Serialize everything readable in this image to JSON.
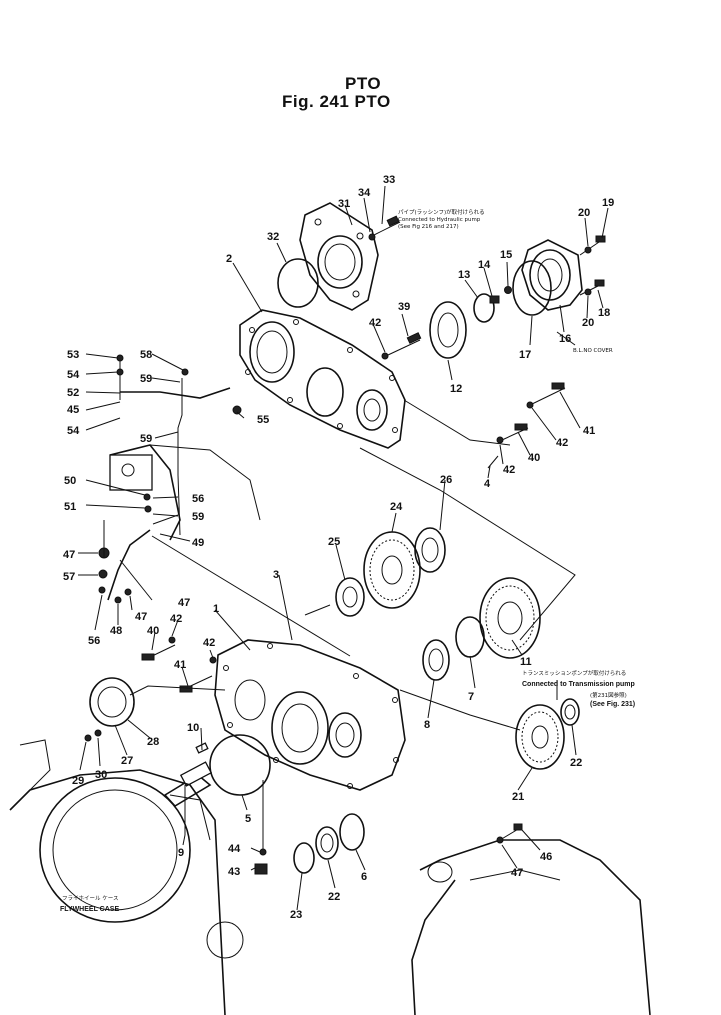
{
  "header": {
    "title_line1": "PTO",
    "title_line2": "Fig. 241  PTO"
  },
  "part_numbers": [
    {
      "label": "33"
    },
    {
      "label": "34"
    },
    {
      "label": "31"
    },
    {
      "label": "32"
    },
    {
      "label": "19"
    },
    {
      "label": "20"
    },
    {
      "label": "15"
    },
    {
      "label": "14"
    },
    {
      "label": "13"
    },
    {
      "label": "18"
    },
    {
      "label": "20"
    },
    {
      "label": "16"
    },
    {
      "label": "17"
    },
    {
      "label": "2"
    },
    {
      "label": "39"
    },
    {
      "label": "42"
    },
    {
      "label": "12"
    },
    {
      "label": "41"
    },
    {
      "label": "42"
    },
    {
      "label": "40"
    },
    {
      "label": "42"
    },
    {
      "label": "4"
    },
    {
      "label": "53"
    },
    {
      "label": "58"
    },
    {
      "label": "54"
    },
    {
      "label": "59"
    },
    {
      "label": "52"
    },
    {
      "label": "45"
    },
    {
      "label": "55"
    },
    {
      "label": "54"
    },
    {
      "label": "59"
    },
    {
      "label": "26"
    },
    {
      "label": "50"
    },
    {
      "label": "56"
    },
    {
      "label": "51"
    },
    {
      "label": "59"
    },
    {
      "label": "24"
    },
    {
      "label": "49"
    },
    {
      "label": "47"
    },
    {
      "label": "25"
    },
    {
      "label": "57"
    },
    {
      "label": "47"
    },
    {
      "label": "47"
    },
    {
      "label": "48"
    },
    {
      "label": "56"
    },
    {
      "label": "3"
    },
    {
      "label": "42"
    },
    {
      "label": "40"
    },
    {
      "label": "1"
    },
    {
      "label": "42"
    },
    {
      "label": "41"
    },
    {
      "label": "11"
    },
    {
      "label": "7"
    },
    {
      "label": "28"
    },
    {
      "label": "10"
    },
    {
      "label": "8"
    },
    {
      "label": "27"
    },
    {
      "label": "29"
    },
    {
      "label": "30"
    },
    {
      "label": "22"
    },
    {
      "label": "5"
    },
    {
      "label": "21"
    },
    {
      "label": "9"
    },
    {
      "label": "44"
    },
    {
      "label": "6"
    },
    {
      "label": "46"
    },
    {
      "label": "43"
    },
    {
      "label": "22"
    },
    {
      "label": "47"
    },
    {
      "label": "23"
    }
  ],
  "notes": {
    "hydraulic_jp": "パイプ(ラッシンフ)が取付けられる",
    "hydraulic_en": "Connected to Hydraulic pump",
    "hydraulic_ref": "(See Fig 216 and 217)",
    "transmission_jp": "トランスミッションポンプが取付けられる",
    "transmission_en": "Connected to Transmission pump",
    "transmission_ref_jp": "(第231図参照)",
    "transmission_ref": "(See Fig. 231)",
    "flywheel_jp": "フライホイール  ケース",
    "flywheel_en": "FLYWHEEL CASE",
    "bline": "B.L.NO COVER"
  }
}
